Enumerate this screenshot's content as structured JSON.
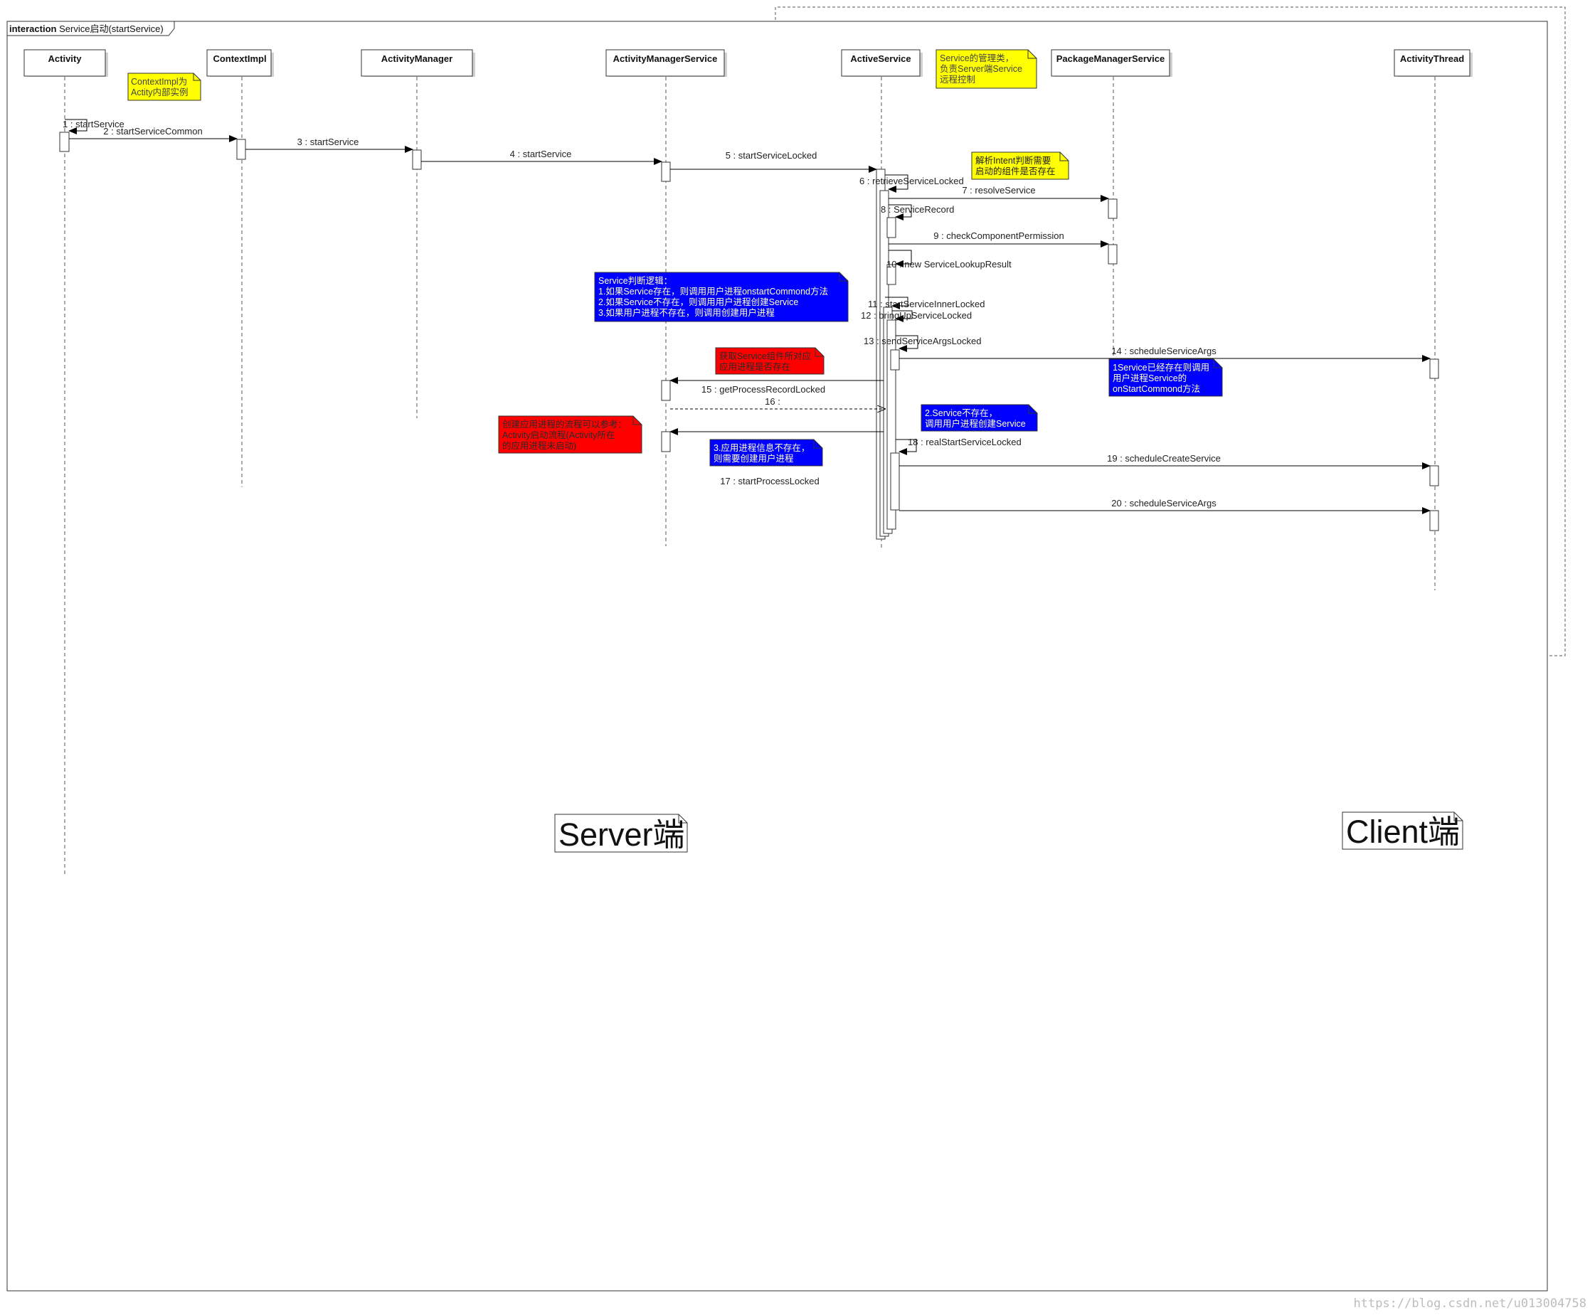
{
  "frame": {
    "title_bold": "interaction",
    "title_rest": "Service启动(startService)"
  },
  "lifelines": [
    {
      "id": "activity",
      "name": "Activity"
    },
    {
      "id": "contextimpl",
      "name": "ContextImpl"
    },
    {
      "id": "activitymanager",
      "name": "ActivityManager"
    },
    {
      "id": "ams",
      "name": "ActivityManagerService"
    },
    {
      "id": "activeservice",
      "name": "ActiveService"
    },
    {
      "id": "pms",
      "name": "PackageManagerService"
    },
    {
      "id": "activitythread",
      "name": "ActivityThread"
    }
  ],
  "messages": [
    "1 : startService",
    "2 : startServiceCommon",
    "3 : startService",
    "4 : startService",
    "5 : startServiceLocked",
    "6 : retrieveServiceLocked",
    "7 : resolveService",
    "8 : ServiceRecord",
    "9 : checkComponentPermission",
    "10 : new ServiceLookupResult",
    "11 : startServiceInnerLocked",
    "12 : bringUpServiceLocked",
    "13 : sendServiceArgsLocked",
    "14 : scheduleServiceArgs",
    "15 : getProcessRecordLocked",
    "16 :",
    "17 : startProcessLocked",
    "18 : realStartServiceLocked",
    "19 : scheduleCreateService",
    "20 : scheduleServiceArgs"
  ],
  "notes": {
    "contextimpl": [
      "ContextImpl为",
      "Actity内部实例"
    ],
    "activeservice": [
      "Service的管理类，",
      "负责Server端Service",
      "远程控制"
    ],
    "intent": [
      "解析Intent判断需要",
      "启动的组件是否存在"
    ],
    "logic": [
      "Service判断逻辑：",
      "1.如果Service存在，则调用用户进程onstartCommond方法",
      "2.如果Service不存在，则调用用户进程创建Service",
      "3.如果用户进程不存在，则调用创建用户进程"
    ],
    "getprocess": [
      "获取Service组件所对应",
      "应用进程是否存在"
    ],
    "createprocess": [
      "创建应用进程的流程可以参考：",
      "Activity启动流程(Activity所在",
      "的应用进程未启动)"
    ],
    "exists": [
      "1Service已经存在则调用",
      "用户进程Service的",
      "onStartCommond方法"
    ],
    "notexist": [
      "2.Service不存在，",
      "调用用户进程创建Service"
    ],
    "noprocess": [
      "3.应用进程信息不存在，",
      "则需要创建用户进程"
    ]
  },
  "regions": {
    "server": "Server端",
    "client": "Client端"
  },
  "watermark": "https://blog.csdn.net/u013004758",
  "colors": {
    "yellow_note": "#ffff00",
    "blue_note": "#0000ff",
    "red_note": "#ff0000"
  }
}
